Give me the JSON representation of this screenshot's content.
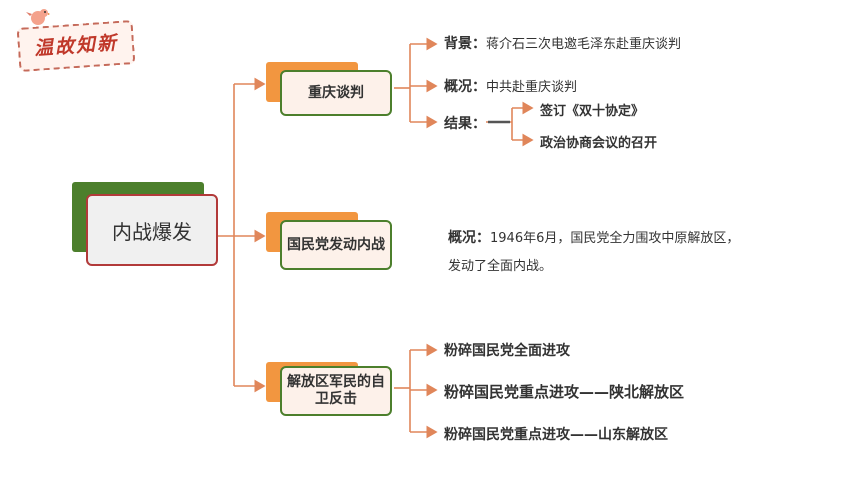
{
  "badge": {
    "title": "温故知新"
  },
  "root": {
    "label": "内战爆发"
  },
  "nodes": [
    {
      "label": "重庆谈判"
    },
    {
      "label": "国民党发动内战"
    },
    {
      "label": "解放区军民的自卫反击"
    }
  ],
  "chongqing": {
    "background_key": "背景",
    "background_value": "蒋介石三次电邀毛泽东赴重庆谈判",
    "overview_key": "概况",
    "overview_value": "中共赴重庆谈判",
    "result_key": "结果",
    "result_items": [
      "签订《双十协定》",
      "政治协商会议的召开"
    ]
  },
  "civil_war": {
    "overview_key": "概况",
    "overview_value": "1946年6月，国民党全力围攻中原解放区，发动了全面内战。"
  },
  "counter": {
    "items": [
      "粉碎国民党全面进攻",
      "粉碎国民党重点进攻——陕北解放区",
      "粉碎国民党重点进攻——山东解放区"
    ]
  },
  "colors": {
    "connector": "#e0865a",
    "node_border": "#4c7f2c",
    "root_border": "#b23a3a",
    "accent": "#f29640"
  }
}
